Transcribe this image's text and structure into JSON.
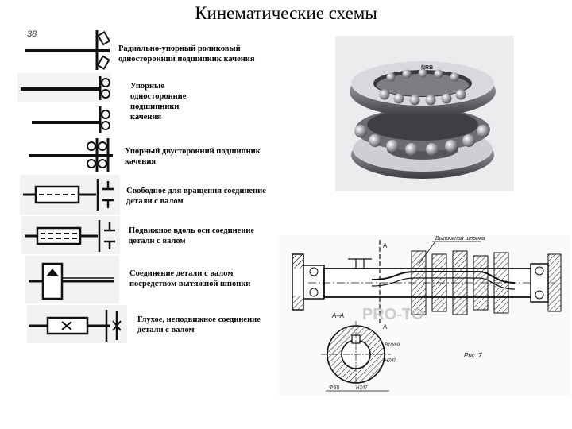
{
  "slide": {
    "title": "Кинематические схемы"
  },
  "symbols": [
    {
      "id": "angular-contact-roller",
      "number": "38",
      "description": "Радиально-упорный роликовый односторонний подшипник качения"
    },
    {
      "id": "thrust-single",
      "description": "Упорные односторонние подшипники качения"
    },
    {
      "id": "thrust-double",
      "description": "Упорный двусторонний подшипник качения"
    },
    {
      "id": "free-rotation",
      "description": "Свободное для вращения соединение детали с валом"
    },
    {
      "id": "axial-sliding",
      "description": "Подвижное вдоль оси соединение детали с валом"
    },
    {
      "id": "sliding-key",
      "description": "Соединение детали с валом посредством вытяжной шпонки"
    },
    {
      "id": "fixed",
      "description": "Глухое, неподвижное соединение детали с валом"
    }
  ],
  "bearing_photo": {
    "brand_text": "NRB"
  },
  "drawing": {
    "key_label": "Вытяжная шпонка",
    "section_marker": "A",
    "section_title": "А–А",
    "fit_1": "B10/h9",
    "fit_2": "H7/f7",
    "fit_3": "H7/f7",
    "diameter_label": "Ф55",
    "fig_label": "Рис. 7",
    "watermark": "PRO-TO"
  }
}
